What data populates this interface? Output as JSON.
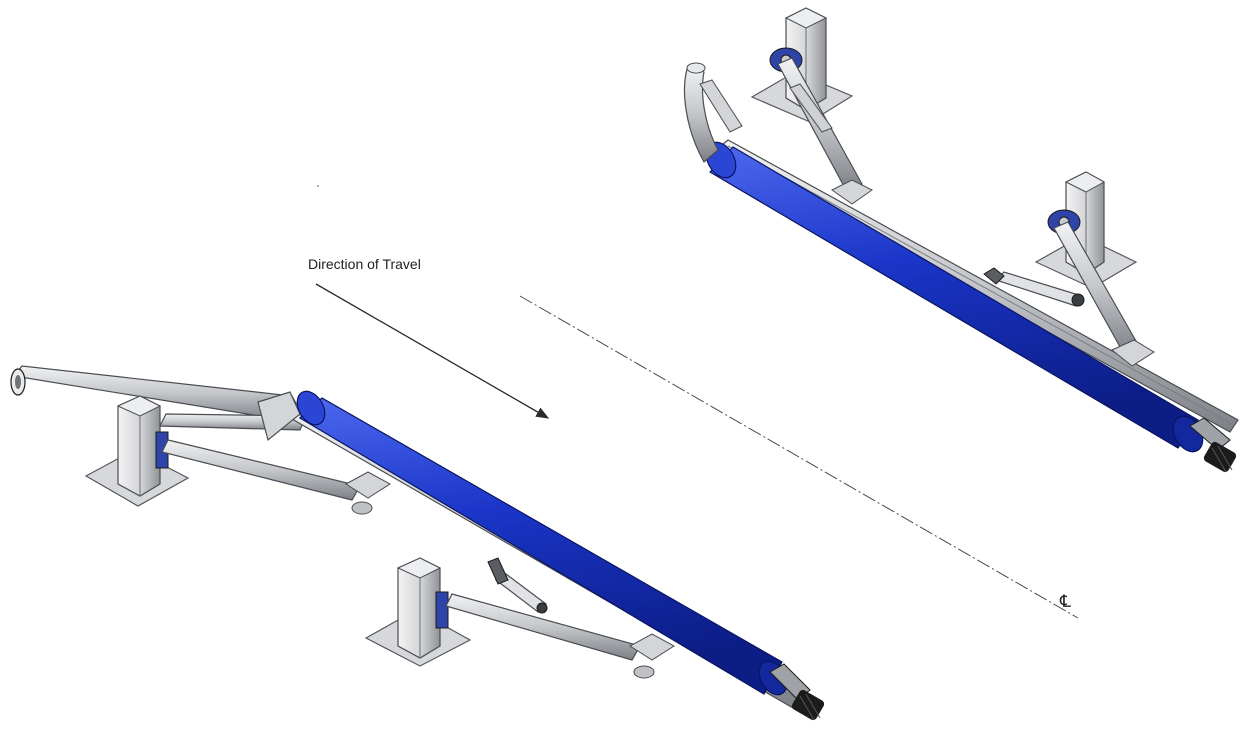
{
  "annotations": {
    "direction_label": "Direction of Travel",
    "centerline_symbol": "℄"
  },
  "colors": {
    "roller_blue": "#1a35c8",
    "roller_blue_dark": "#0c1d86",
    "roller_blue_light": "#4d68ee",
    "steel_light": "#e6e7e9",
    "steel_mid": "#b7b9bd",
    "steel_dark": "#6f7277",
    "line_dark": "#2b2b2b",
    "fitting_black": "#1b1b1b",
    "bearing_blue": "#2f44a8"
  },
  "icons": {
    "left_assembly": "roller-arm-assembly",
    "right_assembly": "roller-arm-assembly",
    "arrow": "arrow-right-down-icon"
  }
}
